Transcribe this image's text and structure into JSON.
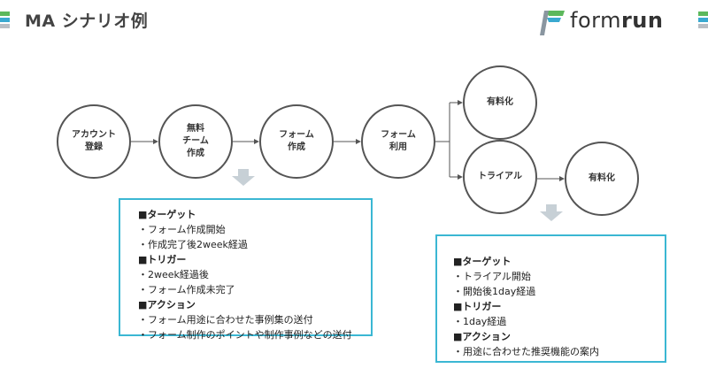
{
  "header": {
    "title": "MA シナリオ例",
    "logo_text_light": "form",
    "logo_text_bold": "run",
    "accent_colors": {
      "green": "#5cb85c",
      "blue": "#3aa9d0",
      "gray": "#b8bec4"
    }
  },
  "flow": {
    "nodes": [
      {
        "id": "account",
        "label": "アカウント\n登録"
      },
      {
        "id": "free",
        "label": "無料\nチーム\n作成"
      },
      {
        "id": "form-create",
        "label": "フォーム\n作成"
      },
      {
        "id": "form-use",
        "label": "フォーム\n利用"
      },
      {
        "id": "paid-1",
        "label": "有料化"
      },
      {
        "id": "trial",
        "label": "トライアル"
      },
      {
        "id": "paid-2",
        "label": "有料化"
      }
    ]
  },
  "box_left": {
    "sections": [
      {
        "title": "■ターゲット",
        "items": [
          "・フォーム作成開始",
          "・作成完了後2week経過"
        ]
      },
      {
        "title": "■トリガー",
        "items": [
          "・2week経過後",
          "・フォーム作成未完了"
        ]
      },
      {
        "title": "■アクション",
        "items": [
          "・フォーム用途に合わせた事例集の送付",
          "・フォーム制作のポイントや制作事例などの送付"
        ]
      }
    ]
  },
  "box_right": {
    "sections": [
      {
        "title": "■ターゲット",
        "items": [
          "・トライアル開始",
          "・開始後1day経過"
        ]
      },
      {
        "title": "■トリガー",
        "items": [
          "・1day経過"
        ]
      },
      {
        "title": "■アクション",
        "items": [
          "・用途に合わせた推奨機能の案内"
        ]
      }
    ]
  }
}
